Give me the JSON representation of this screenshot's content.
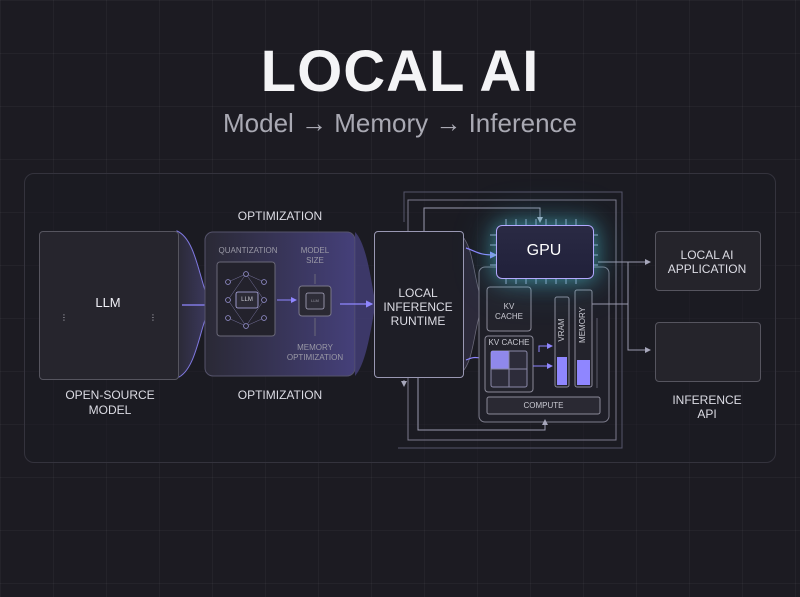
{
  "header": {
    "title": "LOCAL AI",
    "subtitle": "Model → Memory → Inference"
  },
  "model": {
    "chip_label": "LLM",
    "caption_line1": "OPEN-SOURCE",
    "caption_line2": "MODEL"
  },
  "optimization": {
    "top_label": "OPTIMIZATION",
    "bottom_label": "OPTIMIZATION",
    "quantization": "QUANTIZATION",
    "model_size_line1": "MODEL",
    "model_size_line2": "SIZE",
    "memory_opt_line1": "MEMORY",
    "memory_opt_line2": "OPTIMIZATION",
    "inner_chip": "LLM",
    "tiny_chip": "LLM"
  },
  "runtime": {
    "line1": "LOCAL",
    "line2": "INFERENCE",
    "line3": "RUNTIME"
  },
  "gpu": {
    "label": "GPU",
    "kv_cache_top_line1": "KV",
    "kv_cache_top_line2": "CACHE",
    "kv_cache": "KV CACHE",
    "vram": "VRAM",
    "memory": "MEMORY",
    "compute": "COMPUTE"
  },
  "outputs": {
    "app_line1": "LOCAL AI",
    "app_line2": "APPLICATION",
    "api_line1": "INFERENCE",
    "api_line2": "API"
  },
  "colors": {
    "background": "#1c1b22",
    "accent_purple": "#8f86ff",
    "accent_cyan": "#5ad6e0",
    "wire": "#8a8aa0"
  },
  "icons": {
    "network": "neural-network-icon",
    "chip": "chip-icon",
    "cloud": "cloud-download-icon"
  }
}
